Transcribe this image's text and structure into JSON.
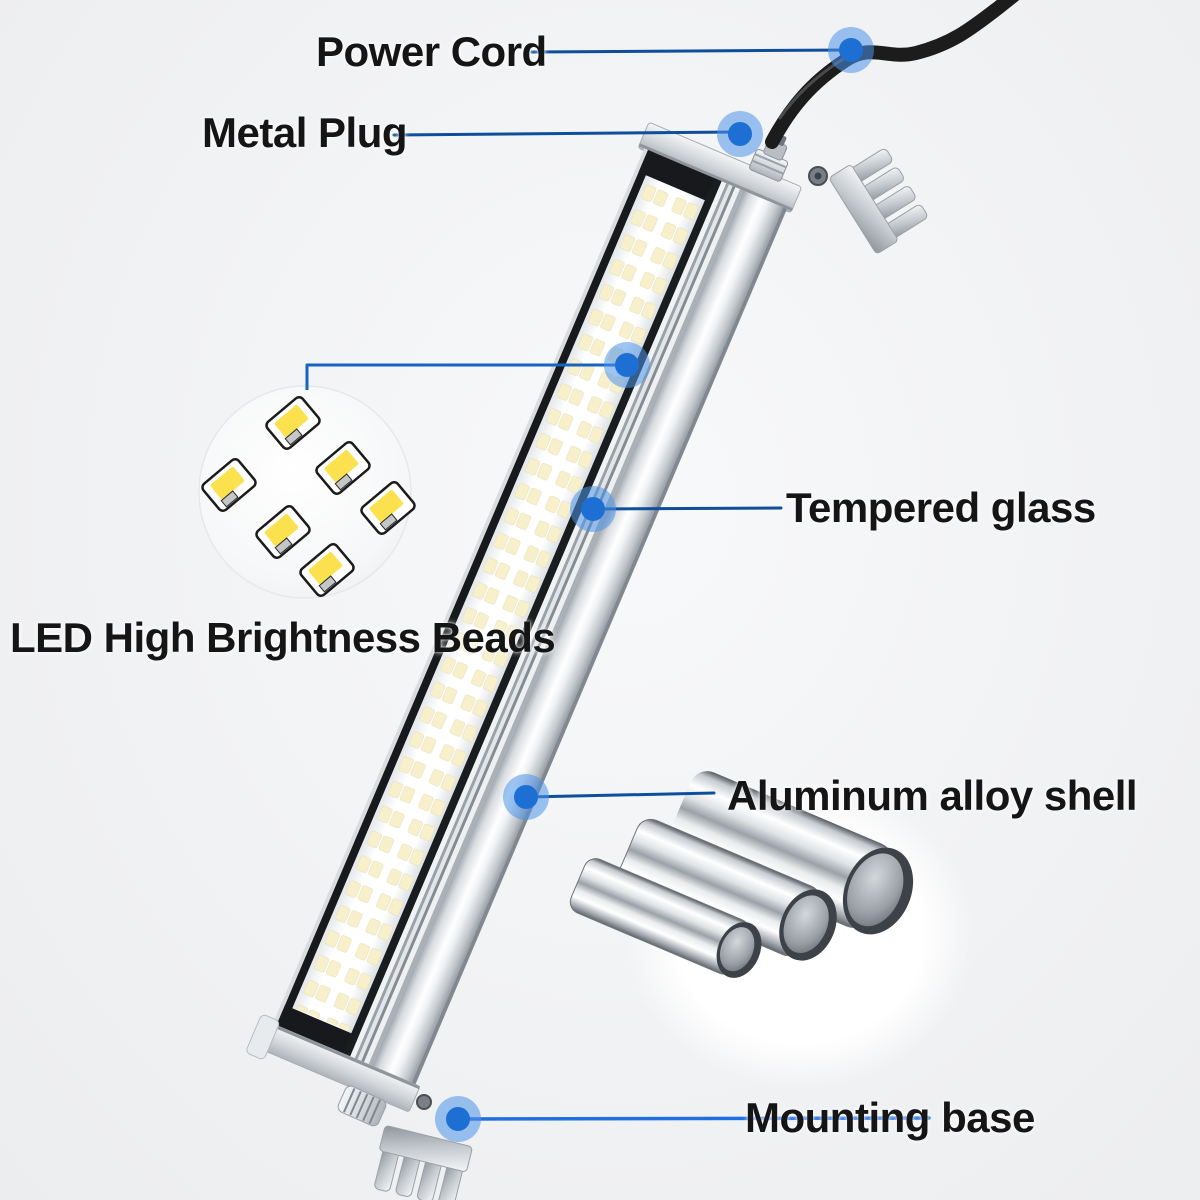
{
  "labels": {
    "power_cord": "Power Cord",
    "metal_plug": "Metal Plug",
    "tempered_glass": "Tempered glass",
    "led_beads": "LED High Brightness Beads",
    "aluminum_shell": "Aluminum alloy shell",
    "mounting_base": "Mounting base"
  },
  "colors": {
    "background": "#f1f2f4",
    "label_text": "#151515",
    "leader_line": "#0e4f9d",
    "leader_line_bright": "#1f6fe0",
    "connector_line": "#1565c0",
    "dot_outer": "#4d94e8",
    "dot_inner": "#1d6fd4",
    "led_yellow": "#fce14f",
    "led_strip_chip": "#f7f0cb",
    "cord_black": "#1c1c1c"
  }
}
